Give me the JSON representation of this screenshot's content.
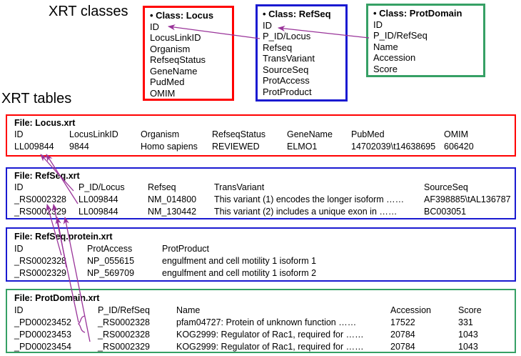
{
  "page": {
    "classes_label": "XRT classes",
    "tables_label": "XRT tables"
  },
  "colors": {
    "locus_accent": "#ff0000",
    "refseq_accent": "#1a1ad1",
    "protdomain_accent": "#36a065",
    "arrow": "#993399",
    "text": "#000000"
  },
  "classes": [
    {
      "title": "• Class: Locus",
      "fields": [
        "ID",
        "LocusLinkID",
        "Organism",
        "RefseqStatus",
        "GeneName",
        "PudMed",
        "OMIM"
      ]
    },
    {
      "title": "• Class: RefSeq",
      "fields": [
        "ID",
        "P_ID/Locus",
        "Refseq",
        "TransVariant",
        "SourceSeq",
        "ProtAccess",
        "ProtProduct"
      ]
    },
    {
      "title": "• Class: ProtDomain",
      "fields": [
        "ID",
        "P_ID/RefSeq",
        "Name",
        "Accession",
        "Score"
      ]
    }
  ],
  "tables": [
    {
      "file": "File: Locus.xrt",
      "headers": [
        "ID",
        "LocusLinkID",
        "Organism",
        "RefseqStatus",
        "GeneName",
        "PubMed",
        "OMIM"
      ],
      "rows": [
        [
          "LL009844",
          "9844",
          "Homo sapiens",
          "REVIEWED",
          "ELMO1",
          "14702039\\t14638695",
          "606420"
        ]
      ]
    },
    {
      "file": "File: RefSeq.xrt",
      "headers": [
        "ID",
        "P_ID/Locus",
        "Refseq",
        "TransVariant",
        "SourceSeq"
      ],
      "rows": [
        [
          "_RS0002328",
          "LL009844",
          "NM_014800",
          "This variant (1) encodes the longer isoform ……",
          "AF398885\\tAL136787"
        ],
        [
          "_RS0002329",
          "LL009844",
          "NM_130442",
          "This variant (2) includes a unique exon in ……",
          "BC003051"
        ]
      ]
    },
    {
      "file": "File: RefSeq.protein.xrt",
      "headers": [
        "ID",
        "ProtAccess",
        "ProtProduct"
      ],
      "rows": [
        [
          "_RS0002328",
          "NP_055615",
          "engulfment and cell motility 1 isoform 1"
        ],
        [
          "_RS0002329",
          "NP_569709",
          "engulfment and cell motility 1 isoform 2"
        ]
      ]
    },
    {
      "file": "File: ProtDomain.xrt",
      "headers": [
        "ID",
        "P_ID/RefSeq",
        "Name",
        "Accession",
        "Score"
      ],
      "rows": [
        [
          "_PD00023452",
          "_RS0002328",
          "pfam04727: Protein of unknown function ……",
          "17522",
          "331"
        ],
        [
          "_PD00023453",
          "_RS0002328",
          "KOG2999: Regulator of Rac1, required for ……",
          "20784",
          "1043"
        ],
        [
          "_PD00023454",
          "_RS0002329",
          "KOG2999: Regulator of Rac1, required for ……",
          "20784",
          "1043"
        ]
      ]
    }
  ]
}
